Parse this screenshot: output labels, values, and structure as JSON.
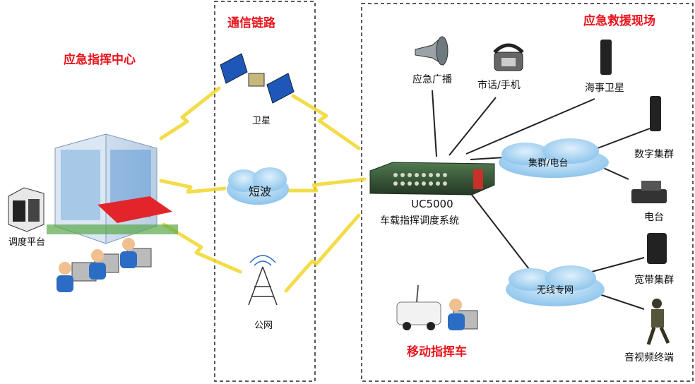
{
  "regions": {
    "command_center": "应急指挥中心",
    "link": "通信链路",
    "scene": "应急救援现场",
    "mobile_vehicle": "移动指挥车"
  },
  "center": {
    "dispatch_platform": "调度平台"
  },
  "links": {
    "satellite": "卫星",
    "shortwave": "短波",
    "public_network": "公网"
  },
  "system": {
    "model": "UC5000",
    "name": "车载指挥调度系统"
  },
  "devices": {
    "broadcast": "应急广播",
    "phone": "市话/手机",
    "maritime_satellite": "海事卫星",
    "digital_trunking": "数字集群",
    "radio_station": "电台",
    "broadband_trunking": "宽带集群",
    "av_terminal": "音视频终端"
  },
  "clouds": {
    "trunking_radio": "集群/电台",
    "wireless_private": "无线专网"
  },
  "colors": {
    "title_red": "#e8141c",
    "lightning_yellow": "#f7e24a",
    "cloud_blue": "#8fc8ee",
    "cloud_edge": "#5aa6df",
    "device_green": "#3a5a3a",
    "building_blue": "#4a8fd3"
  }
}
